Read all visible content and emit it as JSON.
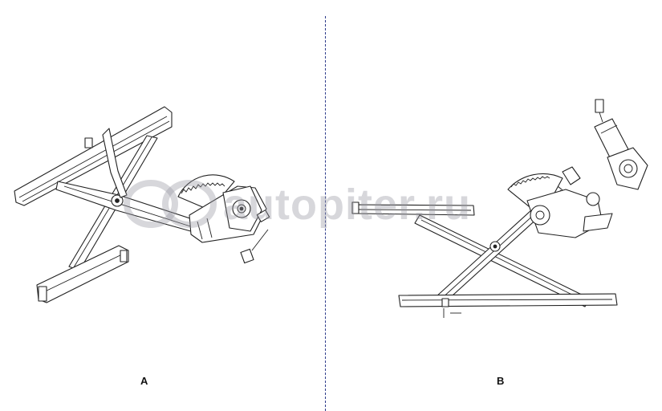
{
  "labels": {
    "a": "A",
    "b": "B"
  },
  "watermark": {
    "text": "autopiter.ru"
  },
  "colors": {
    "line": "#222222",
    "divider": "#2c3a8a",
    "background": "#ffffff"
  }
}
